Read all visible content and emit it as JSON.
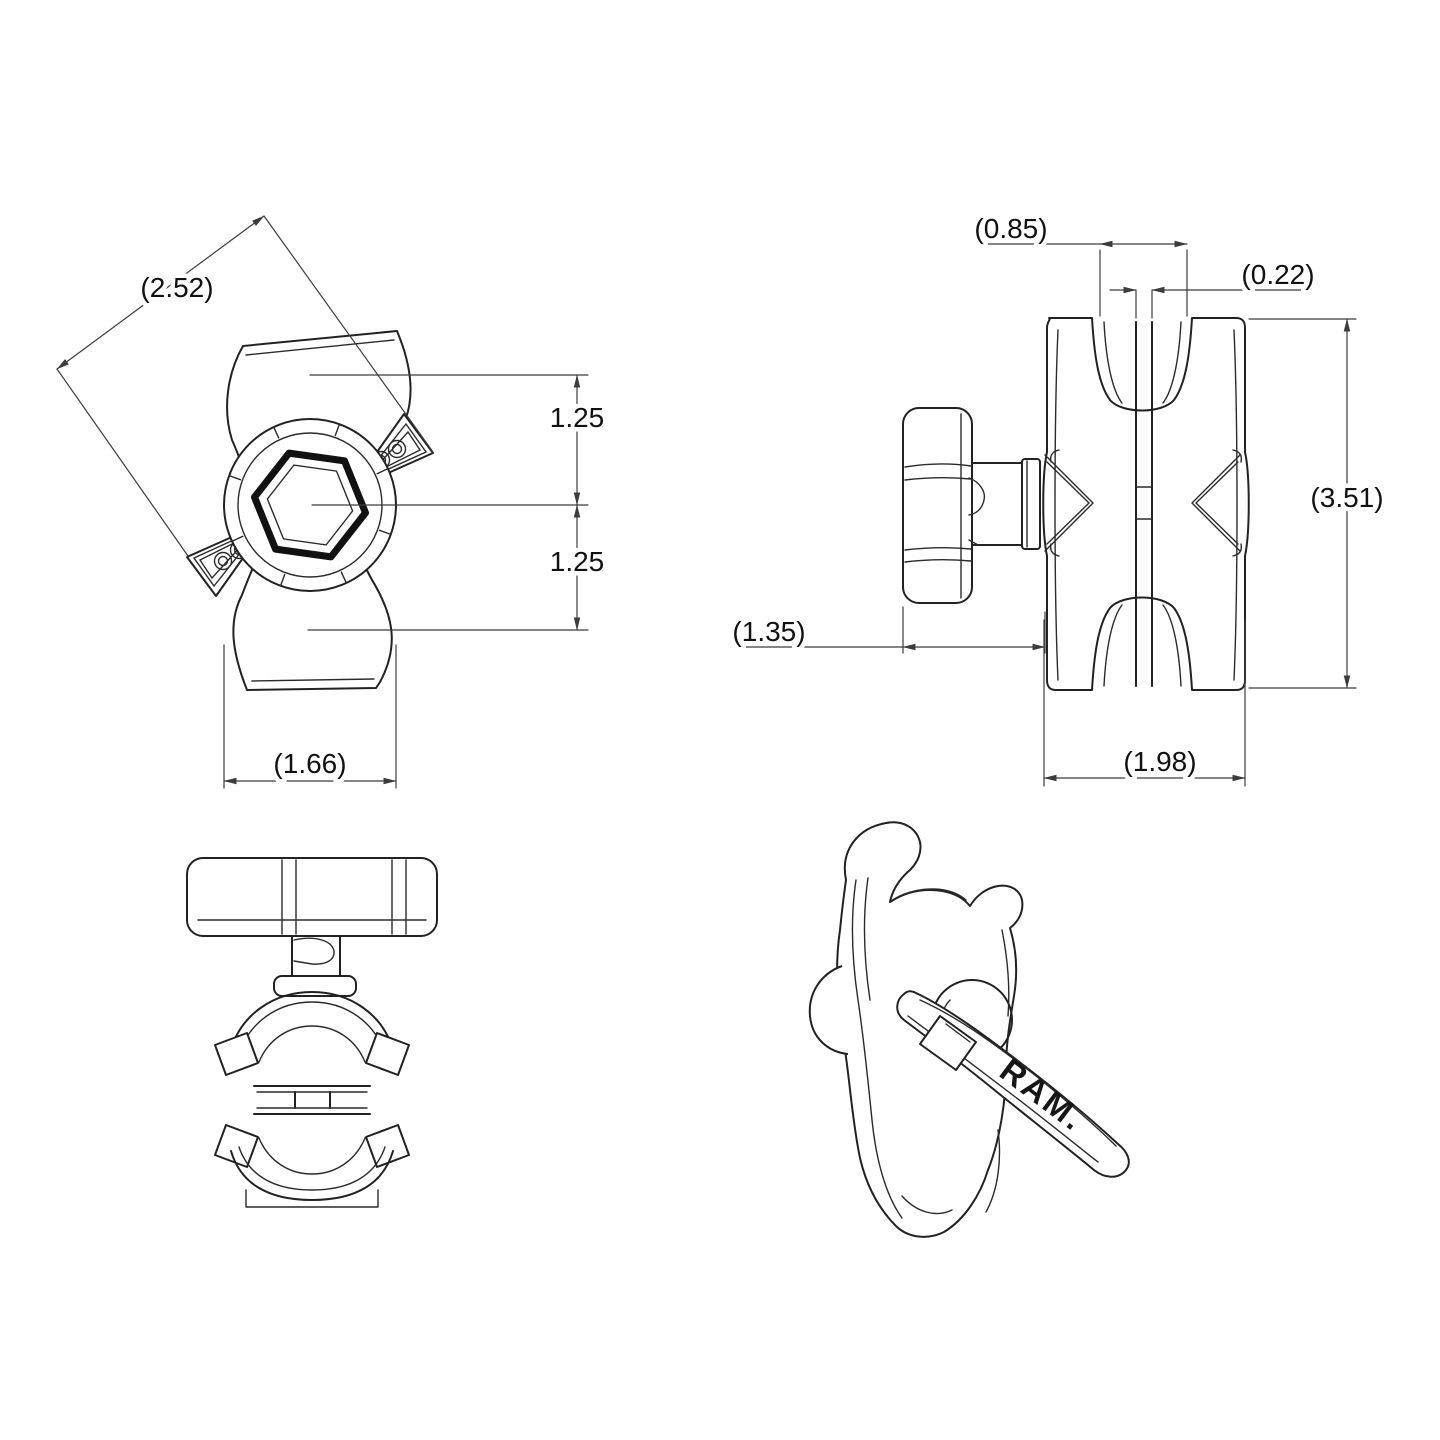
{
  "views": {
    "front": {
      "dim_diagonal": "(2.52)",
      "dim_upper_half": "1.25",
      "dim_lower_half": "1.25",
      "dim_width": "(1.66)"
    },
    "side": {
      "dim_cup_opening": "(0.85)",
      "dim_slot_gap": "(0.22)",
      "dim_height": "(3.51)",
      "dim_knob_depth": "(1.35)",
      "dim_width": "(1.98)"
    },
    "perspective": {
      "brand": "RAM."
    }
  }
}
